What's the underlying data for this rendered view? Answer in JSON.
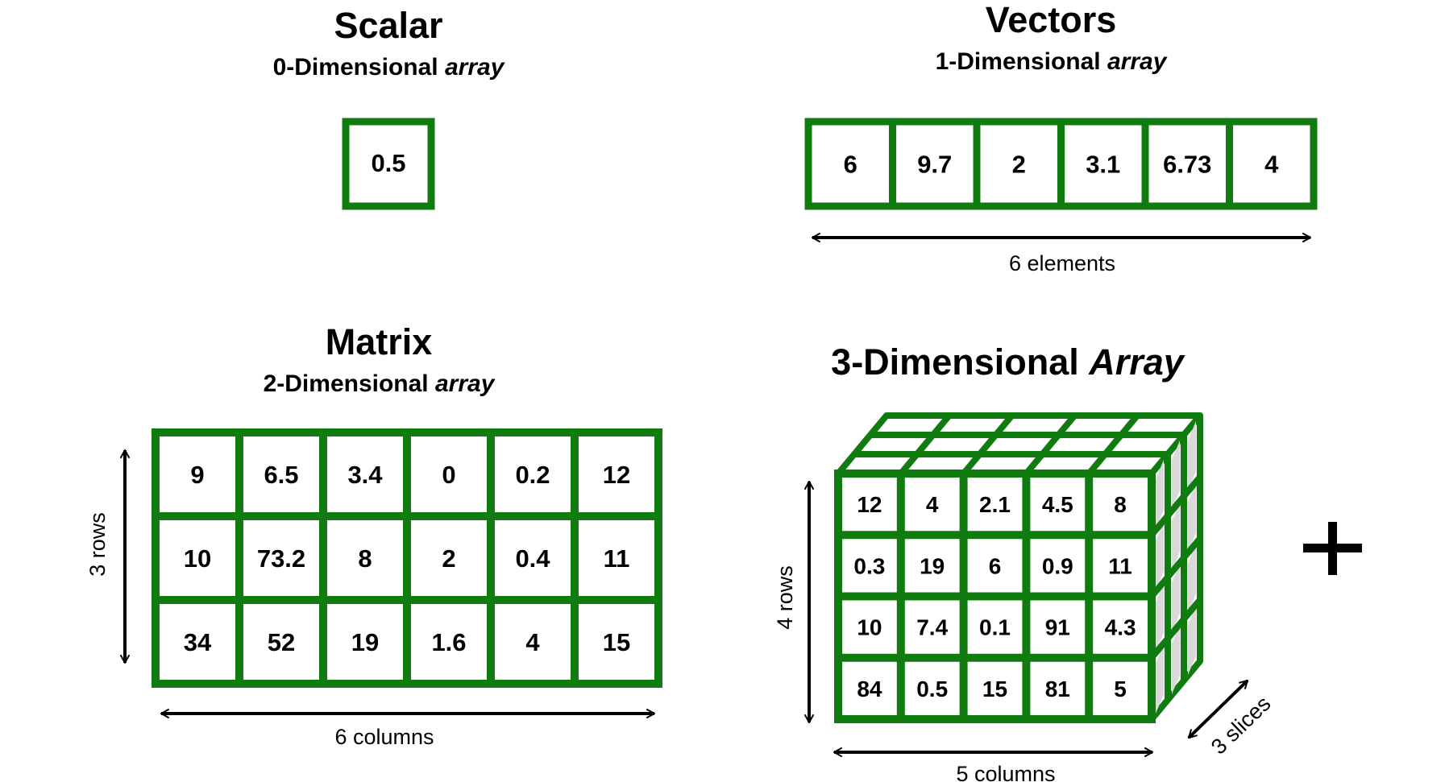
{
  "colors": {
    "green": "#107C10",
    "side_face": "#D9D9D9",
    "text": "#000000",
    "background": "#FFFFFF"
  },
  "scalar": {
    "title": "Scalar",
    "subtitle_main": "0-Dimensional ",
    "subtitle_emph": "array",
    "value": "0.5"
  },
  "vector": {
    "title": "Vectors",
    "subtitle_main": "1-Dimensional ",
    "subtitle_emph": "array",
    "values": [
      "6",
      "9.7",
      "2",
      "3.1",
      "6.73",
      "4"
    ],
    "length_label": "6 elements"
  },
  "matrix": {
    "title": "Matrix",
    "subtitle_main": "2-Dimensional ",
    "subtitle_emph": "array",
    "rows": [
      [
        "9",
        "6.5",
        "3.4",
        "0",
        "0.2",
        "12"
      ],
      [
        "10",
        "73.2",
        "8",
        "2",
        "0.4",
        "11"
      ],
      [
        "34",
        "52",
        "19",
        "1.6",
        "4",
        "15"
      ]
    ],
    "rows_label": "3 rows",
    "columns_label": "6 columns"
  },
  "tensor": {
    "title_main": "3-Dimensional ",
    "title_emph": "Array",
    "front": [
      [
        "12",
        "4",
        "2.1",
        "4.5",
        "8"
      ],
      [
        "0.3",
        "19",
        "6",
        "0.9",
        "11"
      ],
      [
        "10",
        "7.4",
        "0.1",
        "91",
        "4.3"
      ],
      [
        "84",
        "0.5",
        "15",
        "81",
        "5"
      ]
    ],
    "slices": 3,
    "rows_label": "4 rows",
    "columns_label": "5 columns",
    "slices_label": "3 slices"
  },
  "plus_icon": "plus-icon"
}
